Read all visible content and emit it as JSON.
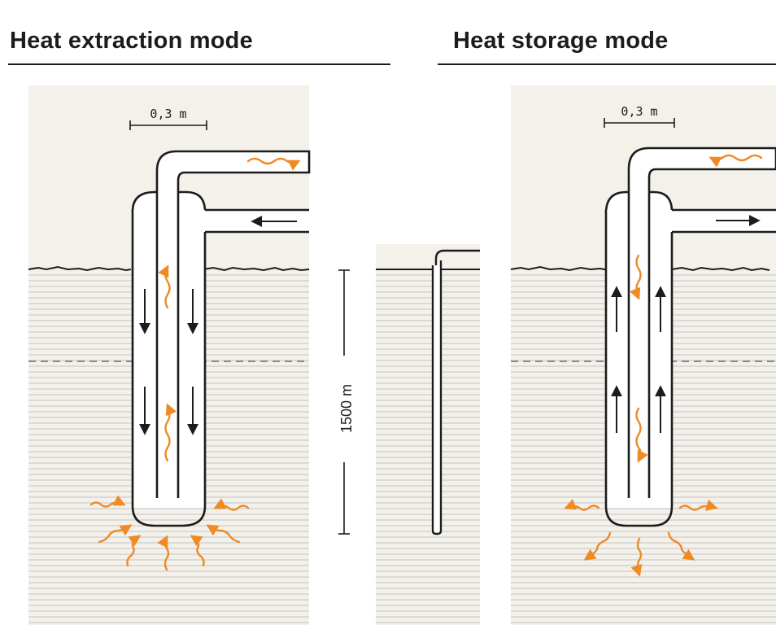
{
  "titles": {
    "extraction": "Heat extraction mode",
    "storage": "Heat storage mode"
  },
  "labels": {
    "width_extraction": "0,3 m",
    "width_storage": "0,3 m",
    "depth": "1500 m"
  },
  "colors": {
    "ink": "#1c1c1c",
    "panel": "#f3f1ea",
    "ground_line": "#d2d2d2",
    "heat": "#f08a24"
  }
}
